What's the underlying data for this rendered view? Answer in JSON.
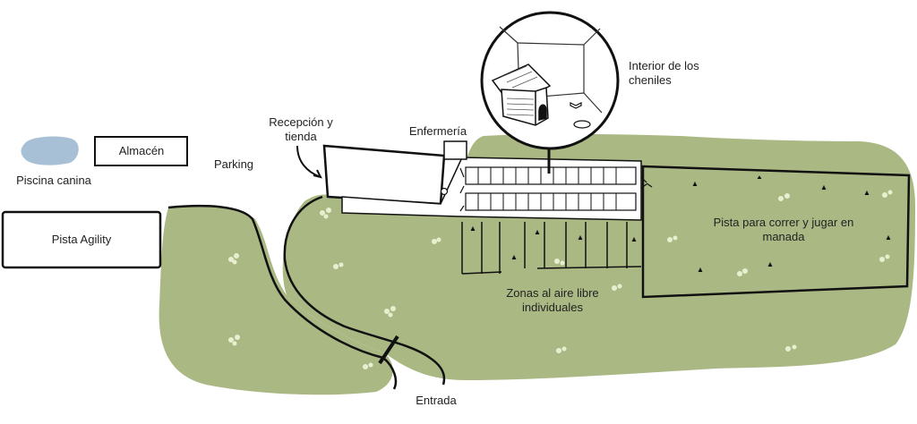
{
  "colors": {
    "grass": "#aab884",
    "tuft": "#e8efd0",
    "pool": "#a8c0d6",
    "ink": "#111111",
    "paper": "#ffffff"
  },
  "labels": {
    "pool": "Piscina canina",
    "storage": "Almacén",
    "parking": "Parking",
    "reception": "Recepción y tienda",
    "infirmary": "Enfermería",
    "agility": "Pista Agility",
    "kennel_interior": "Interior de los cheniles",
    "run_field": "Pista para correr y jugar en manada",
    "outdoor_zones": "Zonas al aire libre individuales",
    "entrance": "Entrada"
  },
  "icons": {
    "kennel_inset": "doghouse-icon",
    "bowl": "bowl-icon",
    "pointer": "curved-arrow-icon"
  }
}
